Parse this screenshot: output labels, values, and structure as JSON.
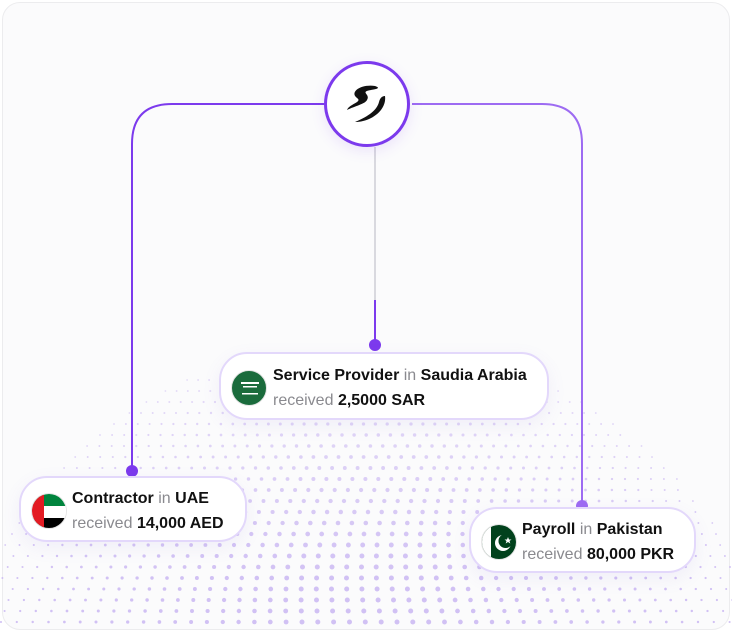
{
  "logo": {
    "icon": "brand-swoosh-icon",
    "accent": "#7c3aed"
  },
  "cards": {
    "saudi": {
      "role": "Service Provider",
      "in": "in",
      "country": "Saudia Arabia",
      "received": "received",
      "amount": "2,5000 SAR",
      "flag": "saudi-arabia-flag-icon"
    },
    "uae": {
      "role": "Contractor",
      "in": "in",
      "country": "UAE",
      "received": "received",
      "amount": "14,000 AED",
      "flag": "uae-flag-icon"
    },
    "pakistan": {
      "role": "Payroll",
      "in": "in",
      "country": "Pakistan",
      "received": "received",
      "amount": "80,000 PKR",
      "flag": "pakistan-flag-icon"
    }
  },
  "colors": {
    "connector": "#7c3aed",
    "dots": "#c9b6f2",
    "card_border": "#e3d8fb"
  }
}
